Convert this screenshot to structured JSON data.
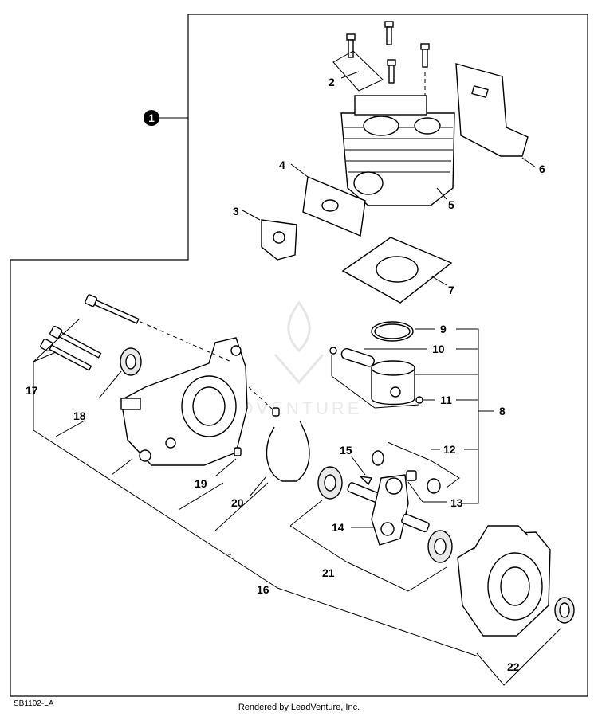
{
  "badge": {
    "number": "1"
  },
  "callouts": {
    "c2": "2",
    "c3": "3",
    "c4": "4",
    "c5": "5",
    "c6": "6",
    "c7": "7",
    "c8": "8",
    "c9": "9",
    "c10": "10",
    "c11": "11",
    "c12": "12",
    "c13": "13",
    "c14": "14",
    "c15": "15",
    "c16": "16",
    "c17": "17",
    "c18": "18",
    "c19": "19",
    "c20": "20",
    "c21": "21",
    "c22": "22"
  },
  "footer": {
    "diagram_code": "SB1102-LA",
    "credit": "Rendered by LeadVenture, Inc."
  }
}
